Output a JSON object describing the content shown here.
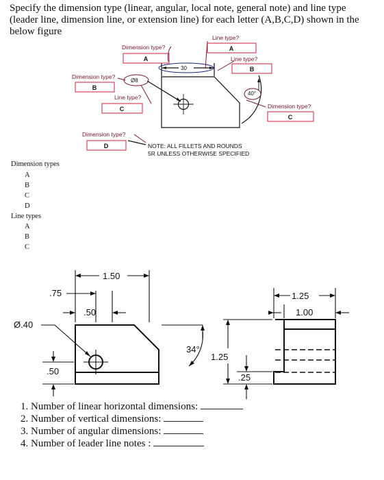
{
  "question": {
    "prompt": "Specify the dimension type (linear, angular, local note, general note) and line type (leader line, dimension line, or extension line) for each letter (A,B,C,D) shown in the below figure"
  },
  "figure1": {
    "dim_type_label": "Dimension type?",
    "line_type_label": "Line type?",
    "letters": {
      "a": "A",
      "b": "B",
      "c": "C",
      "d": "D"
    },
    "dim_30": "30",
    "dim_dia8": "Ø8",
    "dim_40deg": "40°",
    "note_line1": "NOTE: ALL FILLETS AND ROUNDS",
    "note_line2": "5R UNLESS OTHERWISE SPECIFIED",
    "colors": {
      "label": "#7a1530",
      "box": "#d21f3c",
      "ellipse": "#1a237e"
    }
  },
  "lists": {
    "dimension_types_title": "Dimension types",
    "dimension_types": [
      "A",
      "B",
      "C",
      "D"
    ],
    "line_types_title": "Line types",
    "line_types": [
      "A",
      "B",
      "C"
    ]
  },
  "figure2": {
    "d150": "1.50",
    "d75": ".75",
    "d50top": ".50",
    "d40": "Ø.40",
    "d50bottom": ".50",
    "d34": "34°",
    "d125": "1.25",
    "d25": ".25",
    "d125right": "1.25",
    "d100": "1.00"
  },
  "questions": [
    "1. Number of linear horizontal dimensions:",
    "2. Number of vertical dimensions:",
    "3. Number of angular dimensions:",
    "4. Number of leader line notes :"
  ]
}
